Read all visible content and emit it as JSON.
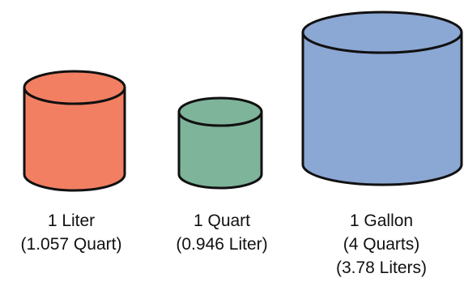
{
  "containers": [
    {
      "id": "liter",
      "color": "#F27F62",
      "caption_lines": [
        "1 Liter",
        "(1.057 Quart)"
      ]
    },
    {
      "id": "quart",
      "color": "#7EB49A",
      "caption_lines": [
        "1 Quart",
        "(0.946 Liter)"
      ]
    },
    {
      "id": "gallon",
      "color": "#8BA7D3",
      "caption_lines": [
        "1 Gallon",
        "(4 Quarts)",
        "(3.78 Liters)"
      ]
    }
  ],
  "stroke_color": "#111111"
}
